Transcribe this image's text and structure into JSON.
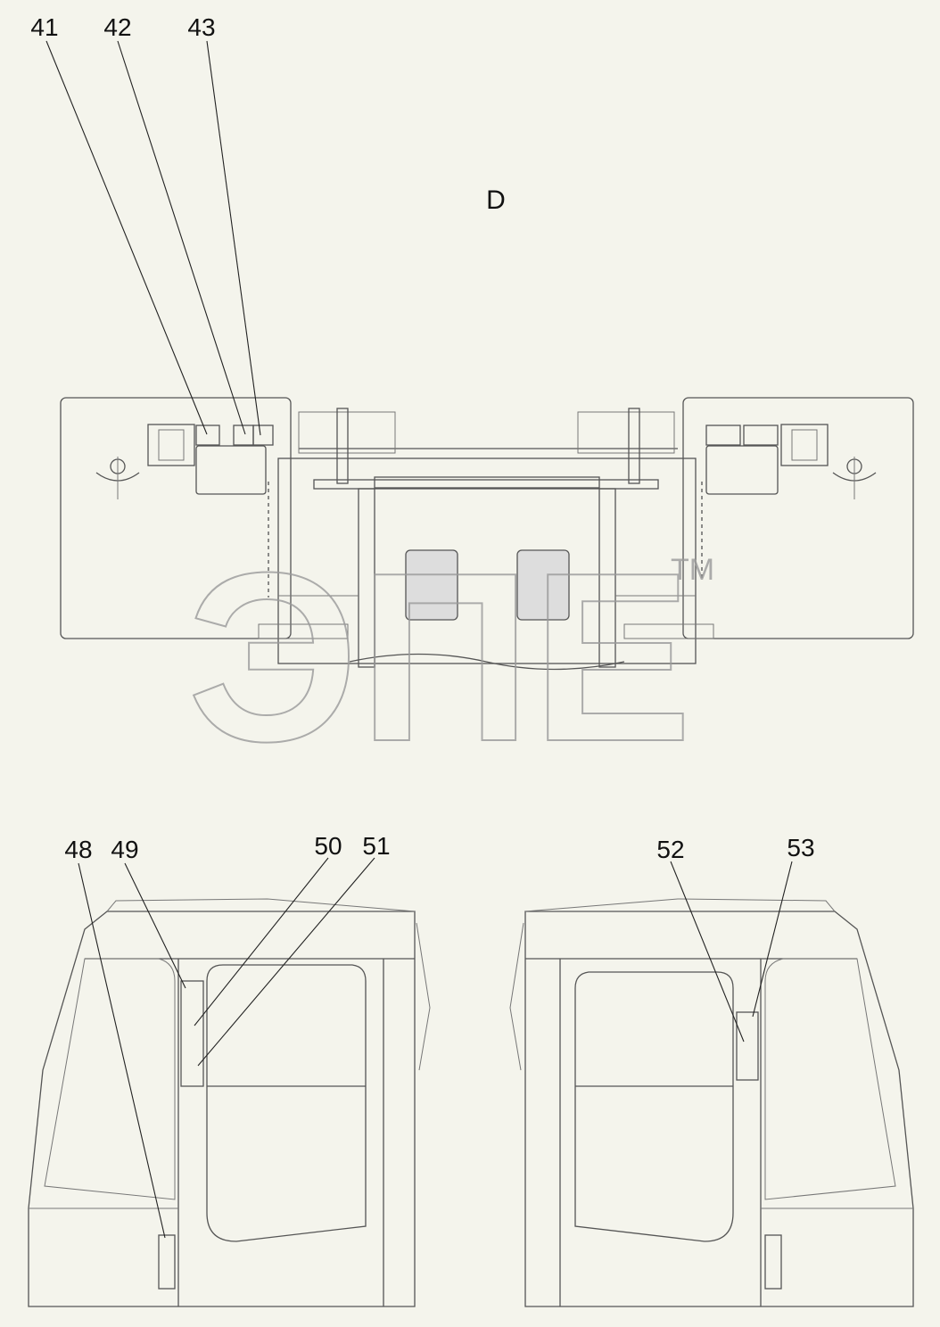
{
  "view": {
    "label": "D"
  },
  "callouts": {
    "c41": "41",
    "c42": "42",
    "c43": "43",
    "c48": "48",
    "c49": "49",
    "c50": "50",
    "c51": "51",
    "c52": "52",
    "c53": "53"
  },
  "watermark": {
    "text": "ЭПЕ",
    "tm": "TM"
  },
  "colors": {
    "background": "#f4f4ec",
    "line": "#555555",
    "watermark": "#9a9a9a"
  }
}
